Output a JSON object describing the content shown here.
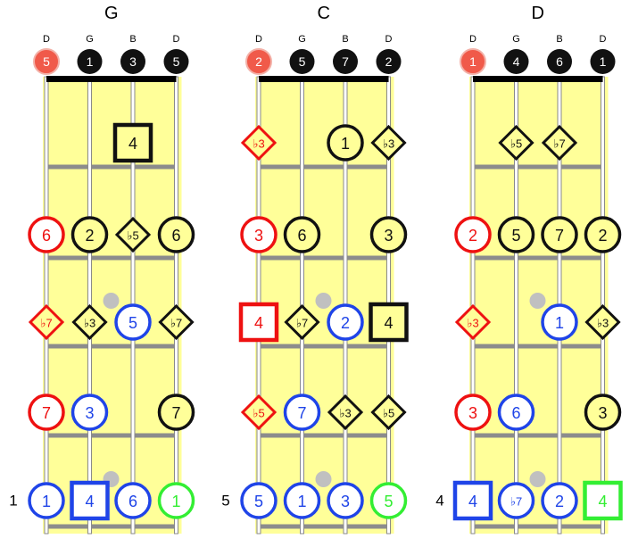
{
  "colors": {
    "board": "#FFFF99",
    "nut": "#000000",
    "string": "#9a9a9a",
    "fret": "#8c8c8c",
    "dot": "#c0c0c0",
    "red": "#EE1111",
    "blue": "#1F44E8",
    "green": "#33EE33",
    "black": "#111111",
    "salmon": "#F05A4A"
  },
  "diagrams": [
    {
      "title": "G",
      "fret_label": "1",
      "strings": [
        "D",
        "G",
        "B",
        "D"
      ],
      "open": [
        {
          "label": "5",
          "color": "salmon"
        },
        {
          "label": "1",
          "color": "black"
        },
        {
          "label": "3",
          "color": "black"
        },
        {
          "label": "5",
          "color": "black"
        }
      ],
      "notes": [
        {
          "string": 2,
          "fret": 1,
          "shape": "square",
          "color": "black",
          "label": "4"
        },
        {
          "string": 0,
          "fret": 2,
          "shape": "circle",
          "color": "red",
          "label": "6"
        },
        {
          "string": 1,
          "fret": 2,
          "shape": "circle",
          "color": "black",
          "label": "2"
        },
        {
          "string": 2,
          "fret": 2,
          "shape": "diamond",
          "color": "black",
          "label": "♭5"
        },
        {
          "string": 3,
          "fret": 2,
          "shape": "circle",
          "color": "black",
          "label": "6"
        },
        {
          "string": 0,
          "fret": 3,
          "shape": "diamond",
          "color": "red",
          "label": "♭7"
        },
        {
          "string": 1,
          "fret": 3,
          "shape": "diamond",
          "color": "black",
          "label": "♭3"
        },
        {
          "string": 2,
          "fret": 3,
          "shape": "circle",
          "color": "blue",
          "label": "5"
        },
        {
          "string": 3,
          "fret": 3,
          "shape": "diamond",
          "color": "black",
          "label": "♭7"
        },
        {
          "string": 0,
          "fret": 4,
          "shape": "circle",
          "color": "red",
          "label": "7"
        },
        {
          "string": 1,
          "fret": 4,
          "shape": "circle",
          "color": "blue",
          "label": "3"
        },
        {
          "string": 3,
          "fret": 4,
          "shape": "circle",
          "color": "black",
          "label": "7"
        },
        {
          "string": 0,
          "fret": 5,
          "shape": "circle",
          "color": "blue",
          "label": "1"
        },
        {
          "string": 1,
          "fret": 5,
          "shape": "square",
          "color": "blue",
          "label": "4"
        },
        {
          "string": 2,
          "fret": 5,
          "shape": "circle",
          "color": "blue",
          "label": "6"
        },
        {
          "string": 3,
          "fret": 5,
          "shape": "circle",
          "color": "green",
          "label": "1"
        }
      ]
    },
    {
      "title": "C",
      "fret_label": "5",
      "strings": [
        "D",
        "G",
        "B",
        "D"
      ],
      "open": [
        {
          "label": "2",
          "color": "salmon"
        },
        {
          "label": "5",
          "color": "black"
        },
        {
          "label": "7",
          "color": "black"
        },
        {
          "label": "2",
          "color": "black"
        }
      ],
      "notes": [
        {
          "string": 0,
          "fret": 1,
          "shape": "diamond",
          "color": "red",
          "label": "♭3"
        },
        {
          "string": 2,
          "fret": 1,
          "shape": "circle",
          "color": "black",
          "label": "1"
        },
        {
          "string": 3,
          "fret": 1,
          "shape": "diamond",
          "color": "black",
          "label": "♭3"
        },
        {
          "string": 0,
          "fret": 2,
          "shape": "circle",
          "color": "red",
          "label": "3"
        },
        {
          "string": 1,
          "fret": 2,
          "shape": "circle",
          "color": "black",
          "label": "6"
        },
        {
          "string": 3,
          "fret": 2,
          "shape": "circle",
          "color": "black",
          "label": "3"
        },
        {
          "string": 0,
          "fret": 3,
          "shape": "square",
          "color": "red",
          "label": "4"
        },
        {
          "string": 1,
          "fret": 3,
          "shape": "diamond",
          "color": "black",
          "label": "♭7"
        },
        {
          "string": 2,
          "fret": 3,
          "shape": "circle",
          "color": "blue",
          "label": "2"
        },
        {
          "string": 3,
          "fret": 3,
          "shape": "square",
          "color": "black",
          "label": "4"
        },
        {
          "string": 0,
          "fret": 4,
          "shape": "diamond",
          "color": "red",
          "label": "♭5"
        },
        {
          "string": 1,
          "fret": 4,
          "shape": "circle",
          "color": "blue",
          "label": "7"
        },
        {
          "string": 2,
          "fret": 4,
          "shape": "diamond",
          "color": "black",
          "label": "♭3"
        },
        {
          "string": 3,
          "fret": 4,
          "shape": "diamond",
          "color": "black",
          "label": "♭5"
        },
        {
          "string": 0,
          "fret": 5,
          "shape": "circle",
          "color": "blue",
          "label": "5"
        },
        {
          "string": 1,
          "fret": 5,
          "shape": "circle",
          "color": "blue",
          "label": "1"
        },
        {
          "string": 2,
          "fret": 5,
          "shape": "circle",
          "color": "blue",
          "label": "3"
        },
        {
          "string": 3,
          "fret": 5,
          "shape": "circle",
          "color": "green",
          "label": "5"
        }
      ]
    },
    {
      "title": "D",
      "fret_label": "4",
      "strings": [
        "D",
        "G",
        "B",
        "D"
      ],
      "open": [
        {
          "label": "1",
          "color": "salmon"
        },
        {
          "label": "4",
          "color": "black"
        },
        {
          "label": "6",
          "color": "black"
        },
        {
          "label": "1",
          "color": "black"
        }
      ],
      "notes": [
        {
          "string": 1,
          "fret": 1,
          "shape": "diamond",
          "color": "black",
          "label": "♭5"
        },
        {
          "string": 2,
          "fret": 1,
          "shape": "diamond",
          "color": "black",
          "label": "♭7"
        },
        {
          "string": 0,
          "fret": 2,
          "shape": "circle",
          "color": "red",
          "label": "2"
        },
        {
          "string": 1,
          "fret": 2,
          "shape": "circle",
          "color": "black",
          "label": "5"
        },
        {
          "string": 2,
          "fret": 2,
          "shape": "circle",
          "color": "black",
          "label": "7"
        },
        {
          "string": 3,
          "fret": 2,
          "shape": "circle",
          "color": "black",
          "label": "2"
        },
        {
          "string": 0,
          "fret": 3,
          "shape": "diamond",
          "color": "red",
          "label": "♭3"
        },
        {
          "string": 2,
          "fret": 3,
          "shape": "circle",
          "color": "blue",
          "label": "1"
        },
        {
          "string": 3,
          "fret": 3,
          "shape": "diamond",
          "color": "black",
          "label": "♭3"
        },
        {
          "string": 0,
          "fret": 4,
          "shape": "circle",
          "color": "red",
          "label": "3"
        },
        {
          "string": 1,
          "fret": 4,
          "shape": "circle",
          "color": "blue",
          "label": "6"
        },
        {
          "string": 3,
          "fret": 4,
          "shape": "circle",
          "color": "black",
          "label": "3"
        },
        {
          "string": 0,
          "fret": 5,
          "shape": "square",
          "color": "blue",
          "label": "4"
        },
        {
          "string": 1,
          "fret": 5,
          "shape": "circle",
          "color": "blue",
          "label": "♭7"
        },
        {
          "string": 2,
          "fret": 5,
          "shape": "circle",
          "color": "blue",
          "label": "2"
        },
        {
          "string": 3,
          "fret": 5,
          "shape": "square",
          "color": "green",
          "label": "4"
        }
      ]
    }
  ]
}
